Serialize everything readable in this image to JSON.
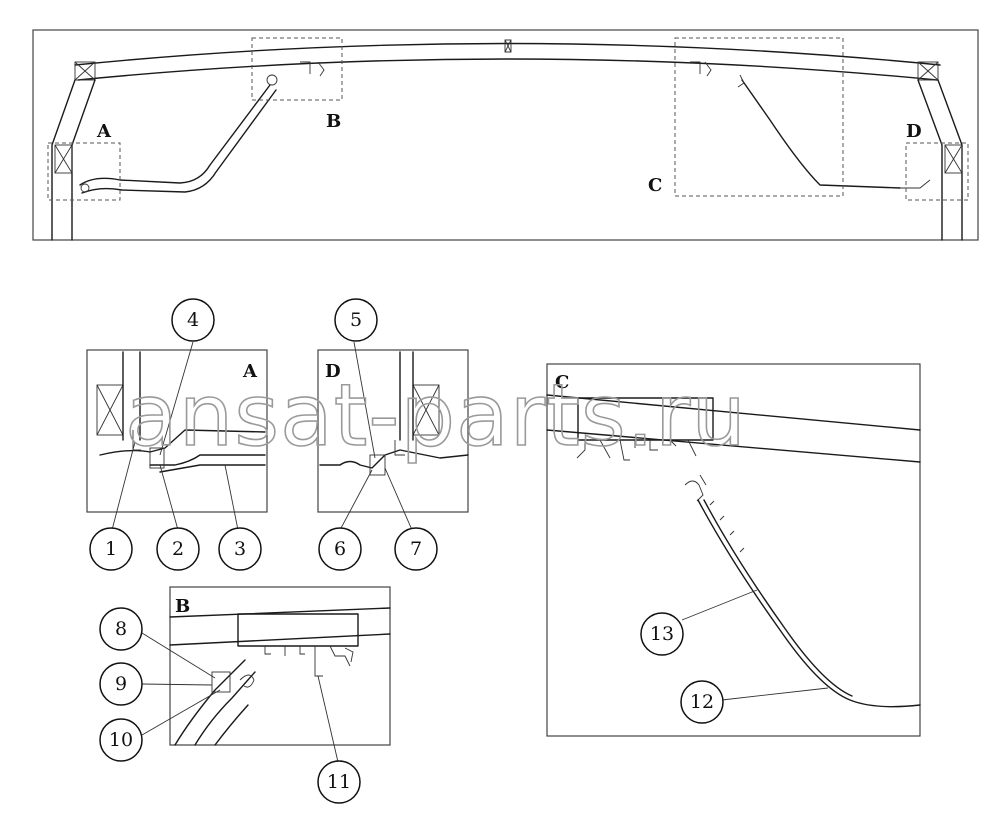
{
  "overview": {
    "region_labels": [
      "A",
      "B",
      "C",
      "D"
    ]
  },
  "details": {
    "A": {
      "label": "A",
      "callouts": [
        "1",
        "2",
        "3",
        "4"
      ]
    },
    "D": {
      "label": "D",
      "callouts": [
        "5",
        "6",
        "7"
      ]
    },
    "B": {
      "label": "B",
      "callouts": [
        "8",
        "9",
        "10",
        "11"
      ]
    },
    "C": {
      "label": "C",
      "callouts": [
        "12",
        "13"
      ]
    }
  },
  "watermark": "ansat-parts.ru"
}
